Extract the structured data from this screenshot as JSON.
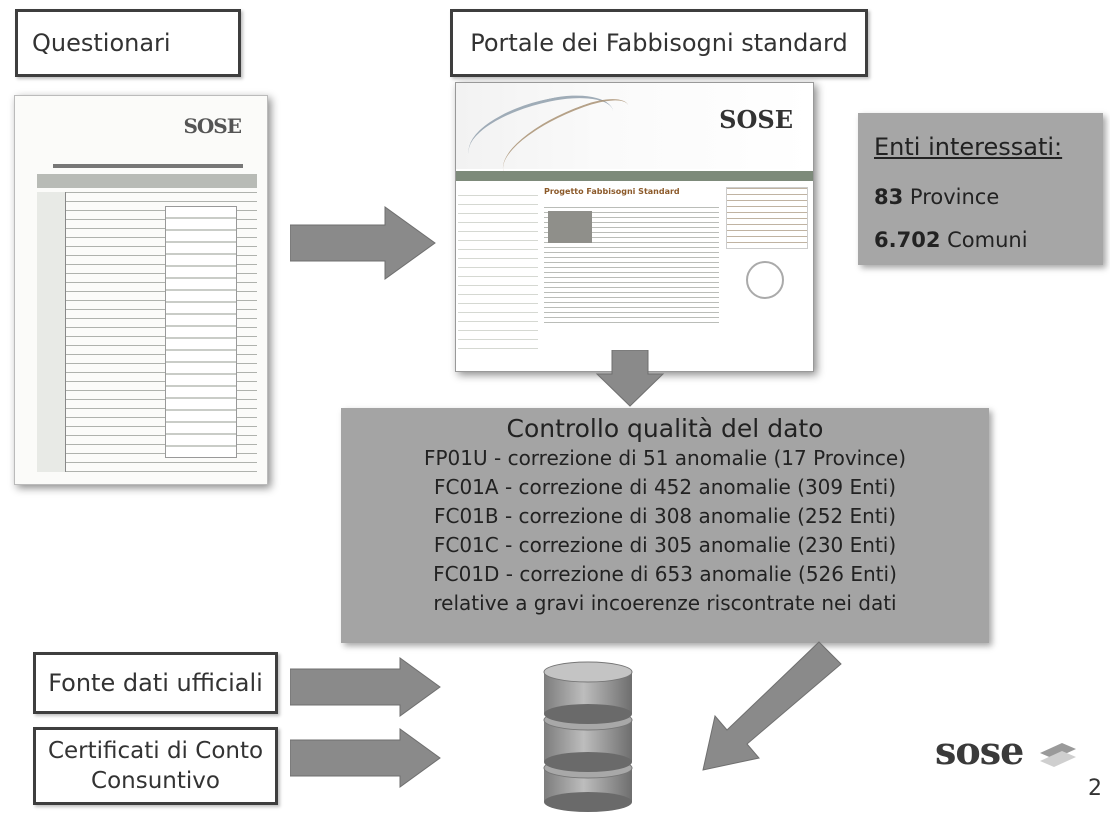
{
  "labels": {
    "questionari": "Questionari",
    "portale": "Portale dei Fabbisogni standard",
    "fonte": "Fonte dati ufficiali",
    "certificati_line1": "Certificati di Conto",
    "certificati_line2": "Consuntivo"
  },
  "doc_mock": {
    "logo": "SOSE"
  },
  "portal_mock": {
    "logo": "SOSE",
    "page_title": "Progetto Fabbisogni Standard"
  },
  "enti": {
    "title": "Enti interessati",
    "province_count": "83",
    "province_label": "Province",
    "comuni_count": "6.702",
    "comuni_label": "Comuni"
  },
  "controllo": {
    "title": "Controllo qualità del dato",
    "lines": [
      "FP01U - correzione di 51 anomalie (17 Province)",
      "FC01A - correzione di 452 anomalie (309 Enti)",
      "FC01B - correzione di 308 anomalie (252 Enti)",
      "FC01C - correzione di 305 anomalie (230 Enti)",
      "FC01D - correzione di 653 anomalie (526 Enti)",
      "relative a gravi incoerenze riscontrate nei dati"
    ]
  },
  "footer": {
    "logo": "sose",
    "page_number": "2"
  },
  "colors": {
    "arrow_fill": "#8a8a8a",
    "panel_gray": "#a5a5a5",
    "box_border": "#3e3e3e"
  }
}
